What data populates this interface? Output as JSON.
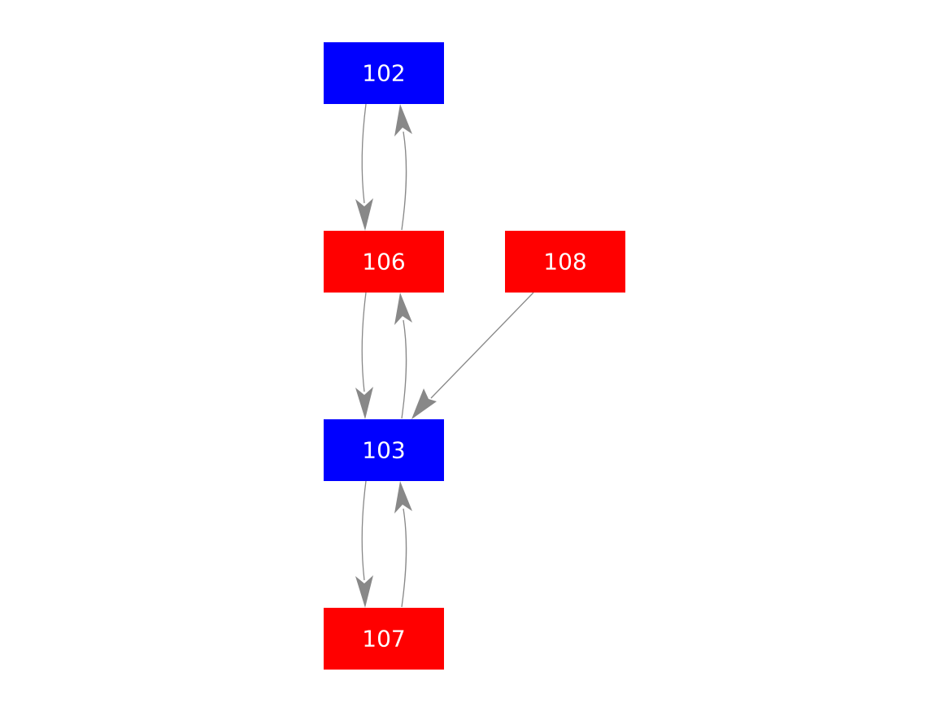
{
  "colors": {
    "blue": "#0000ff",
    "red": "#ff0000",
    "edge": "#888888",
    "label": "#ffffff",
    "background": "#ffffff"
  },
  "nodes": [
    {
      "id": "102",
      "label": "102",
      "color": "blue"
    },
    {
      "id": "106",
      "label": "106",
      "color": "red"
    },
    {
      "id": "108",
      "label": "108",
      "color": "red"
    },
    {
      "id": "103",
      "label": "103",
      "color": "blue"
    },
    {
      "id": "107",
      "label": "107",
      "color": "red"
    }
  ],
  "edges": [
    {
      "from": "102",
      "to": "106"
    },
    {
      "from": "106",
      "to": "102"
    },
    {
      "from": "106",
      "to": "103"
    },
    {
      "from": "103",
      "to": "106"
    },
    {
      "from": "108",
      "to": "103"
    },
    {
      "from": "103",
      "to": "107"
    },
    {
      "from": "107",
      "to": "103"
    }
  ]
}
